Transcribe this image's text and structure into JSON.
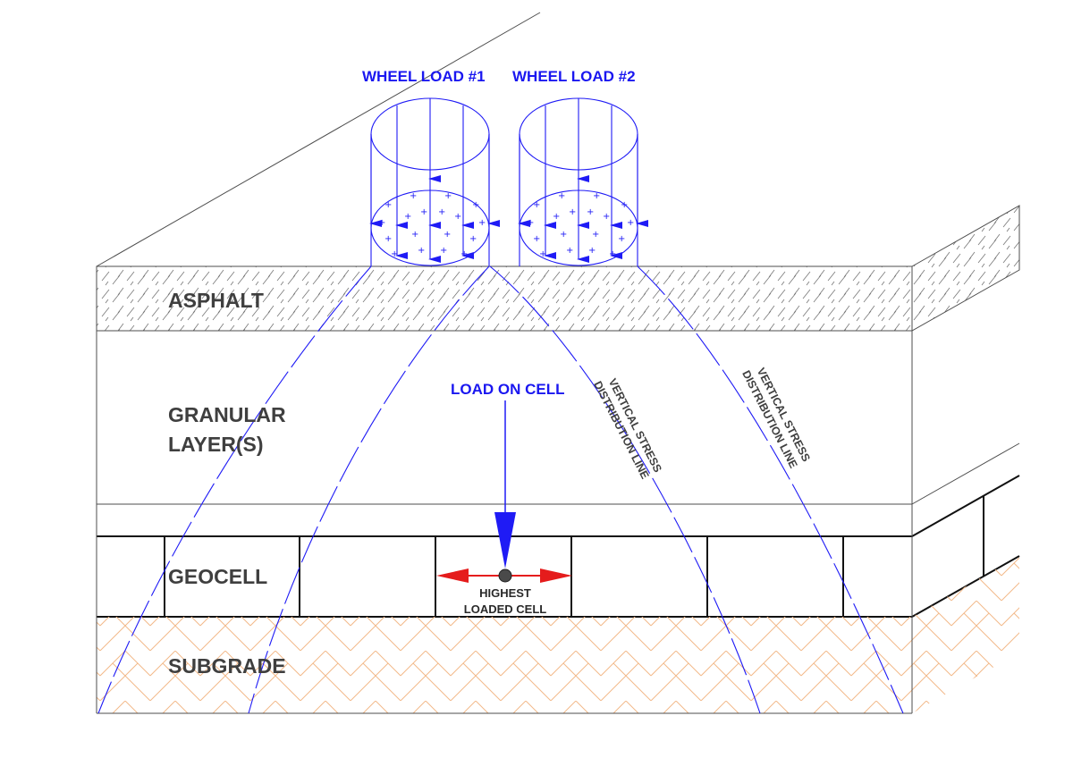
{
  "layers": {
    "asphalt": "ASPHALT",
    "granular_line1": "GRANULAR",
    "granular_line2": "LAYER(S)",
    "geocell": "GEOCELL",
    "subgrade": "SUBGRADE"
  },
  "loads": {
    "wheel1": "WHEEL LOAD #1",
    "wheel2": "WHEEL LOAD #2",
    "load_on_cell": "LOAD ON CELL"
  },
  "stress_lines": {
    "label_line1": "VERTICAL STRESS",
    "label_line2": "DISTRIBUTION LINE"
  },
  "highest_cell": {
    "line1": "HIGHEST",
    "line2": "LOADED CELL"
  },
  "colors": {
    "load_blue": "#1f1bf5",
    "arrow_red": "#e51c1c",
    "subgrade_pattern": "#f2b98a",
    "outline": "#4d4d4d"
  }
}
